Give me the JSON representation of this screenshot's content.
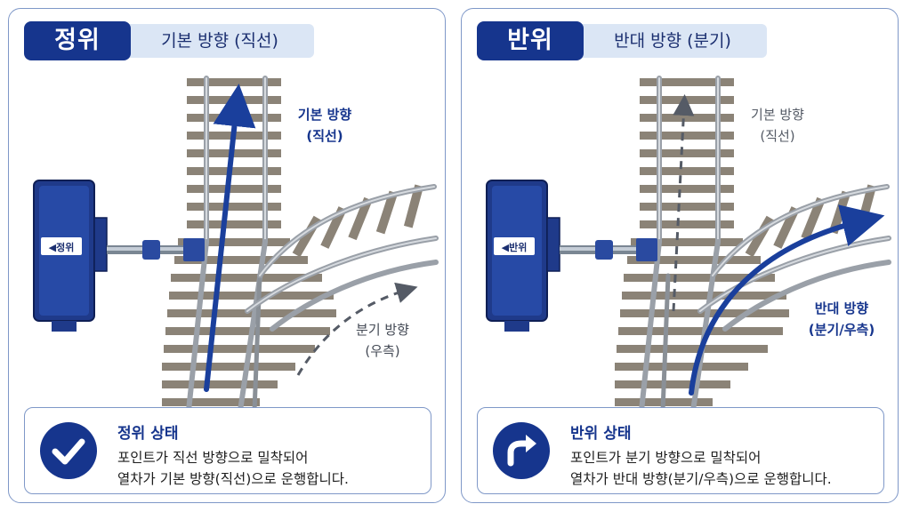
{
  "panels": {
    "left": {
      "badge": "정위",
      "subtitle": "기본 방향 (직선)",
      "machine_label": "◀정위",
      "straight_label": [
        "기본 방향",
        "(직선)"
      ],
      "branch_label": [
        "분기 방향",
        "(우측)"
      ],
      "info_title": "정위 상태",
      "info_lines": [
        "포인트가 직선 방향으로 밀착되어",
        "열차가 기본 방향(직선)으로 운행합니다."
      ],
      "icon": "check-icon"
    },
    "right": {
      "badge": "반위",
      "subtitle": "반대 방향 (분기)",
      "machine_label": "◀반위",
      "straight_label": [
        "기본 방향",
        "(직선)"
      ],
      "branch_label": [
        "반대 방향",
        "(분기/우측)"
      ],
      "info_title": "반위 상태",
      "info_lines": [
        "포인트가 분기 방향으로 밀착되어",
        "열차가 반대 방향(분기/우측)으로 운행합니다."
      ],
      "icon": "turn-right-arrow-icon"
    }
  },
  "colors": {
    "accent": "#16358d",
    "active_arrow": "#1a3f9c",
    "inactive_arrow": "#555b66",
    "badge_sub_bg": "#dbe6f5"
  }
}
